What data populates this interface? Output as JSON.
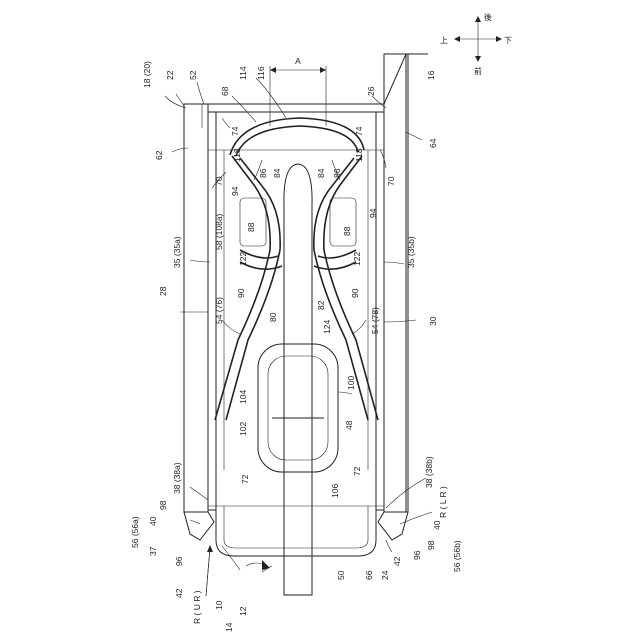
{
  "orientation": {
    "up": "上",
    "down": "下",
    "front": "前",
    "back": "後"
  },
  "dimension_label": "A",
  "labels": {
    "l_18_20": "18 (20)",
    "l_22": "22",
    "l_52": "52",
    "l_68": "68",
    "l_114": "114",
    "l_116": "116",
    "l_26": "26",
    "l_16": "16",
    "l_62": "62",
    "l_74a": "74",
    "l_74b": "74",
    "l_64": "64",
    "l_70a": "70",
    "l_70b": "70",
    "l_118a": "118",
    "l_118b": "118",
    "l_86a": "86",
    "l_84a": "84",
    "l_84b": "84",
    "l_86b": "86",
    "l_94a": "94",
    "l_94b": "94",
    "l_58_108a": "58 (108a)",
    "l_88a": "88",
    "l_88b": "88",
    "l_35_35a": "35 (35a)",
    "l_35_35b": "35 (35b)",
    "l_122a": "122",
    "l_122b": "122",
    "l_90a": "90",
    "l_90b": "90",
    "l_82": "82",
    "l_28": "28",
    "l_54_76": "54 (76)",
    "l_80": "80",
    "l_124": "124",
    "l_54_78": "54 (78)",
    "l_30": "30",
    "l_100": "100",
    "l_104": "104",
    "l_102": "102",
    "l_48": "48",
    "l_72a": "72",
    "l_106": "106",
    "l_72b": "72",
    "l_38_38a": "38 (38a)",
    "l_38_38b": "38 (38b)",
    "l_98a": "98",
    "l_r_lr": "R ( L R )",
    "l_56_56a": "56 (56a)",
    "l_40a": "40",
    "l_40b": "40",
    "l_37": "37",
    "l_96a": "96",
    "l_42a": "42",
    "l_42b": "42",
    "l_98b": "98",
    "l_96b": "96",
    "l_56_56b": "56 (56b)",
    "l_r_ur": "R ( U R )",
    "l_10": "10",
    "l_14": "14",
    "l_12": "12",
    "l_50": "50",
    "l_66": "66",
    "l_24": "24"
  }
}
